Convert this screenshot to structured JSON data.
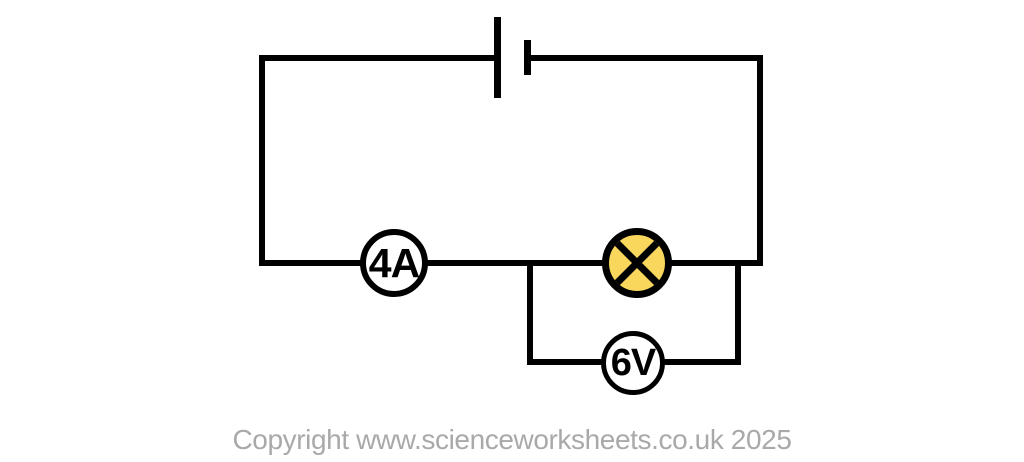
{
  "circuit": {
    "wire_color": "#000000",
    "battery": {
      "component": "cell-symbol"
    },
    "ammeter": {
      "label": "4A"
    },
    "lamp": {
      "fill_color": "#F9D65C"
    },
    "voltmeter": {
      "label": "6V"
    }
  },
  "footer": {
    "copyright": "Copyright www.scienceworksheets.co.uk 2025",
    "color": "#A9A9A9"
  }
}
